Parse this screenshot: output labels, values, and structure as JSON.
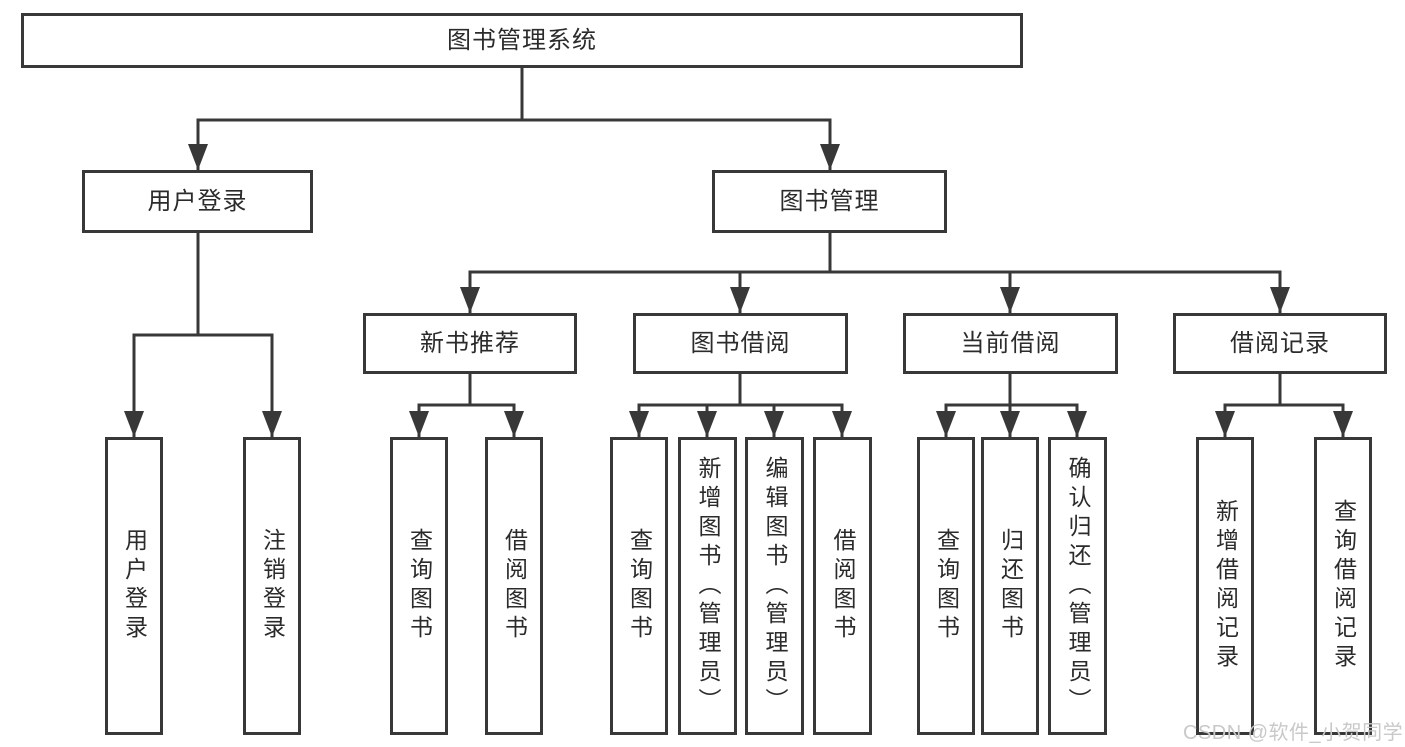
{
  "diagram": {
    "root": {
      "label": "图书管理系统"
    },
    "branches": [
      {
        "label": "用户登录",
        "leaves": [
          {
            "label": "用户登录"
          },
          {
            "label": "注销登录"
          }
        ]
      },
      {
        "label": "图书管理",
        "groups": [
          {
            "label": "新书推荐",
            "leaves": [
              {
                "label": "查询图书"
              },
              {
                "label": "借阅图书"
              }
            ]
          },
          {
            "label": "图书借阅",
            "leaves": [
              {
                "label": "查询图书"
              },
              {
                "label": "新增图书（管理员）"
              },
              {
                "label": "编辑图书（管理员）"
              },
              {
                "label": "借阅图书"
              }
            ]
          },
          {
            "label": "当前借阅",
            "leaves": [
              {
                "label": "查询图书"
              },
              {
                "label": "归还图书"
              },
              {
                "label": "确认归还（管理员）"
              }
            ]
          },
          {
            "label": "借阅记录",
            "leaves": [
              {
                "label": "新增借阅记录"
              },
              {
                "label": "查询借阅记录"
              }
            ]
          }
        ]
      }
    ]
  },
  "watermark": {
    "text": "CSDN @软件_小贺同学",
    "color": "#c9c9c9"
  },
  "colors": {
    "line": "#383838",
    "text": "#2b2b2b",
    "background": "#ffffff"
  }
}
